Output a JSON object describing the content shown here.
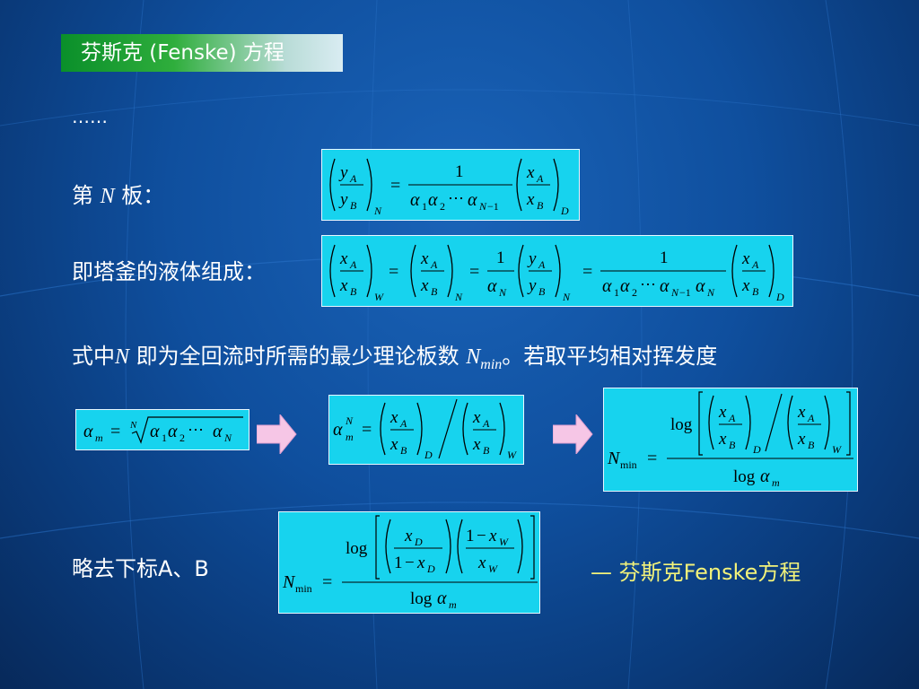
{
  "slide": {
    "title": "芬斯克  (Fenske) 方程",
    "ellipsis": "……",
    "plate_label_prefix": "第",
    "plate_label_var": "N",
    "plate_label_suffix": "板：",
    "reboiler_label": "即塔釜的液体组成：",
    "statement_prefix": "式中",
    "statement_var": "N",
    "statement_middle": " 即为全回流时所需的最少理论板数 ",
    "statement_nmin_base": "N",
    "statement_nmin_sub": "min",
    "statement_suffix": "。若取平均相对挥发度",
    "drop_subscripts_label": "略去下标A、B",
    "fenske_label": "—  芬斯克Fenske方程"
  },
  "colors": {
    "background": "#0f4f9e",
    "formula_box": "#17d3ee",
    "title_green": "#2fae3c",
    "fenske_yellow": "#f2f27a",
    "arrow_pink": "#f6c6e6"
  }
}
